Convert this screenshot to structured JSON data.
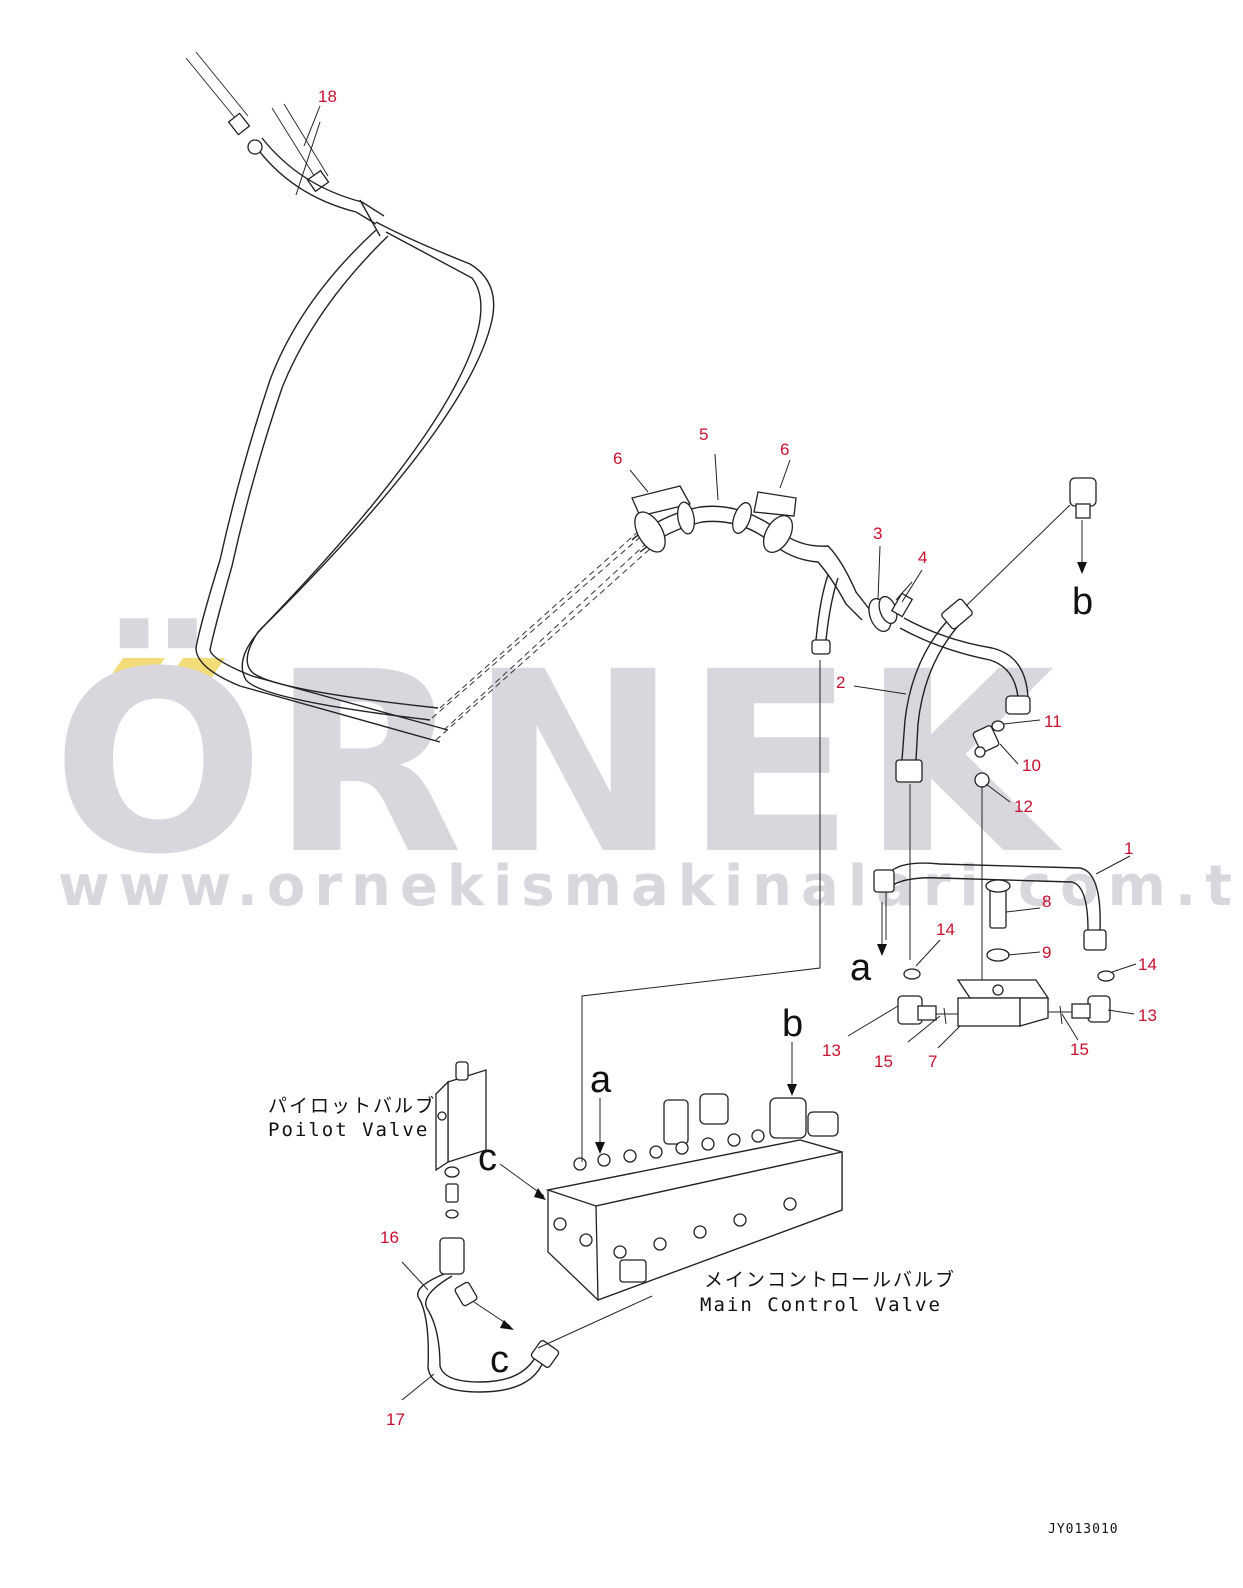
{
  "watermark": {
    "brand": "ÖRNEK",
    "url": "www.ornekismakinalari.com.tr",
    "color_gray": "#d9d6dd",
    "color_accent": "#f3dc7a"
  },
  "callouts": {
    "c1": "1",
    "c2": "2",
    "c3": "3",
    "c4": "4",
    "c5": "5",
    "c6a": "6",
    "c6b": "6",
    "c7": "7",
    "c8": "8",
    "c9": "9",
    "c10": "10",
    "c11": "11",
    "c12": "12",
    "c13a": "13",
    "c13b": "13",
    "c14a": "14",
    "c14b": "14",
    "c15a": "15",
    "c15b": "15",
    "c16": "16",
    "c17": "17",
    "c18": "18"
  },
  "connectors": {
    "a1": "a",
    "a2": "a",
    "b1": "b",
    "b2": "b",
    "c1": "c",
    "c2": "c"
  },
  "labels": {
    "pilot_jp": "パイロットバルブ",
    "pilot_en": "Poilot Valve",
    "main_jp": "メインコントロールバルブ",
    "main_en": "Main Control Valve"
  },
  "drawing_code": "JY013010",
  "colors": {
    "callout": "#c8102e",
    "line": "#222222"
  }
}
